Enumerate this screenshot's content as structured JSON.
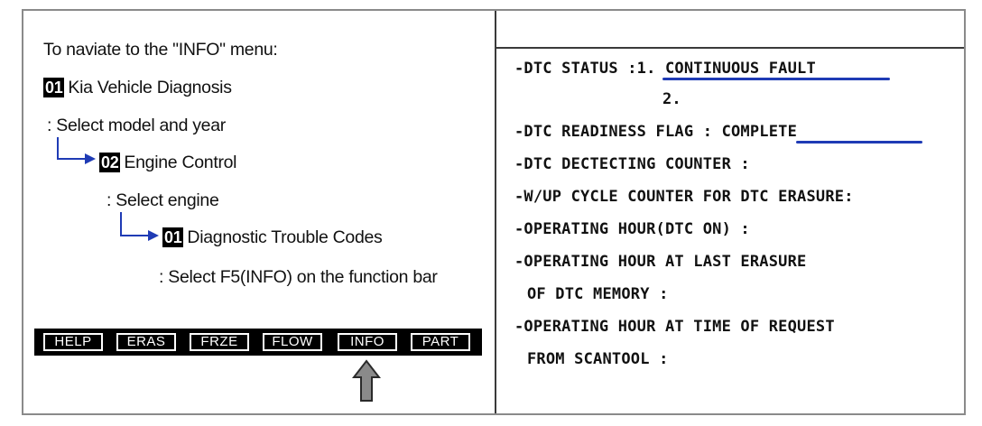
{
  "left_panel": {
    "intro": "To naviate to the \"INFO\" menu:",
    "step1": {
      "code": "01",
      "label": "Kia Vehicle Diagnosis"
    },
    "instruction1": ": Select model and year",
    "step2": {
      "code": "02",
      "label": "Engine Control"
    },
    "instruction2": ": Select engine",
    "step3": {
      "code": "01",
      "label": "Diagnostic Trouble Codes"
    },
    "instruction3": ": Select F5(INFO) on the function bar"
  },
  "function_bar": {
    "keys": [
      "HELP",
      "ERAS",
      "FRZE",
      "FLOW",
      "INFO",
      "PART"
    ],
    "highlighted": "INFO"
  },
  "right_panel": {
    "lines": [
      "-DTC STATUS :1. CONTINUOUS FAULT",
      "2.",
      "-DTC READINESS FLAG     : COMPLETE",
      "-DTC DECTECTING COUNTER :",
      "-W/UP CYCLE COUNTER FOR DTC ERASURE:",
      "-OPERATING HOUR(DTC ON) :",
      "-OPERATING HOUR AT LAST ERASURE",
      "OF DTC MEMORY :",
      "-OPERATING HOUR AT TIME OF REQUEST",
      "FROM SCANTOOL :"
    ]
  },
  "colors": {
    "arrow": "#1f3bb5",
    "underline": "#1f3bb5",
    "pointer": "#6e6e6e"
  }
}
